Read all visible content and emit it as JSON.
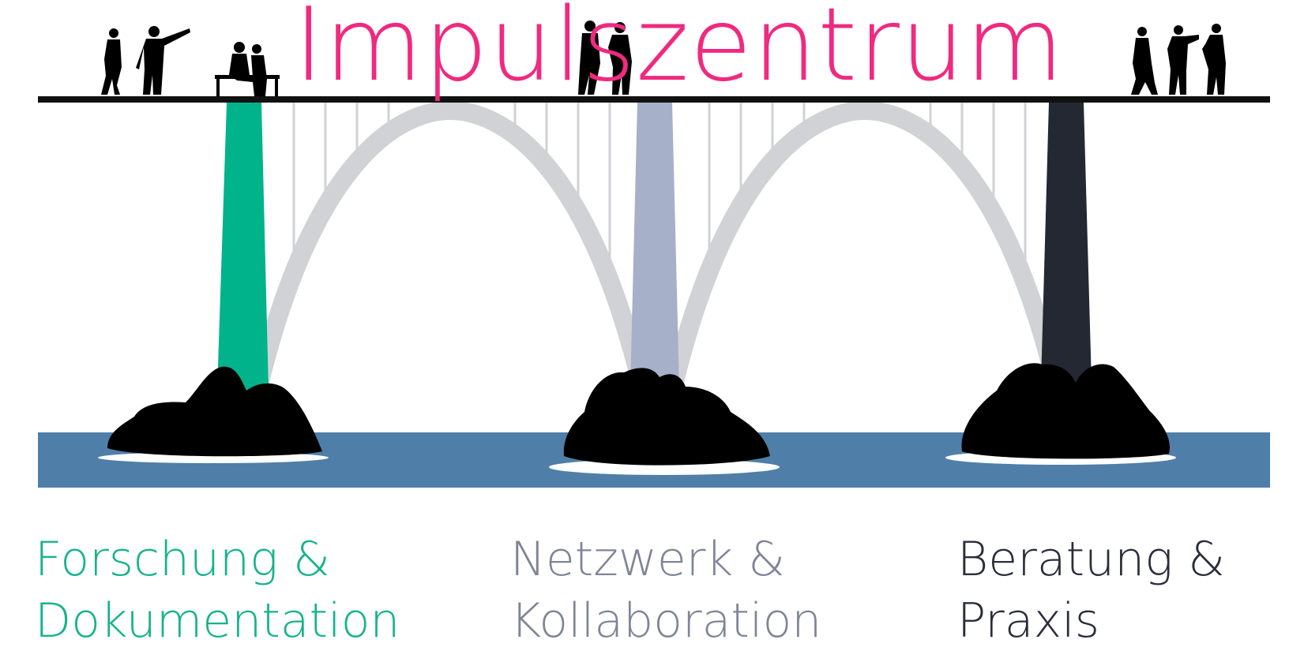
{
  "diagram": {
    "title": "Impulszentrum",
    "pillars": [
      {
        "line1": "Forschung &",
        "line2": "Dokumentation",
        "color": "#00b38a"
      },
      {
        "line1": "Netzwerk &",
        "line2": "Kollaboration",
        "color": "#a6b0c8"
      },
      {
        "line1": "Beratung &",
        "line2": "Praxis",
        "color": "#232833"
      }
    ],
    "colors": {
      "title": "#ef2a7f",
      "deck": "#111111",
      "arch": "#d0d2d6",
      "water": "#4f7fa8",
      "rocks": "#000000",
      "label_1": "#16b38c",
      "label_2": "#7f8597",
      "label_3": "#2a2d3a"
    },
    "icons": [
      "people-silhouettes-icon",
      "bench-icon",
      "rock-icon"
    ]
  }
}
